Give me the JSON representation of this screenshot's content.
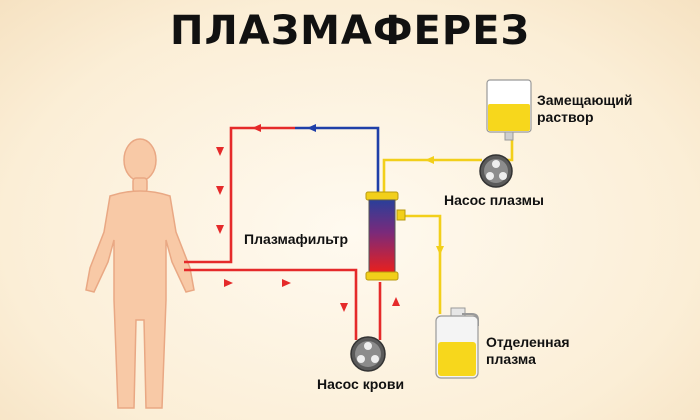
{
  "title": "ПЛАЗМАФЕРЕЗ",
  "labels": {
    "replacement_solution": "Замещающий раствор",
    "plasma_pump": "Насос плазмы",
    "plasma_filter": "Плазмафильтр",
    "separated_plasma": "Отделенная плазма",
    "blood_pump": "Насос крови"
  },
  "colors": {
    "arterial_line": "#e52a2a",
    "venous_line": "#1f3fa8",
    "plasma_line": "#f2cf1a",
    "body": "#f8c9a6",
    "plasma_fluid": "#f7d71c"
  }
}
